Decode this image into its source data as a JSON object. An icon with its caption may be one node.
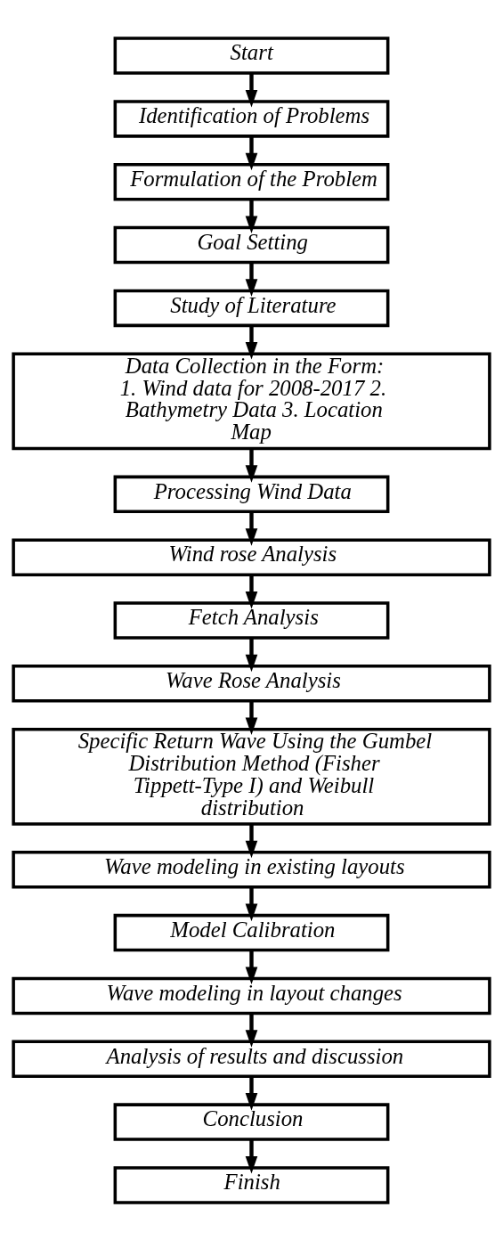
{
  "diagram": {
    "nodes": [
      {
        "text": [
          "Start"
        ]
      },
      {
        "text": [
          "Identification of Problems"
        ]
      },
      {
        "text": [
          "Formulation of the Problem"
        ]
      },
      {
        "text": [
          "Goal Setting"
        ]
      },
      {
        "text": [
          "Study of Literature"
        ]
      },
      {
        "text": [
          "Data Collection in the Form: 1. Wind data for 2008-2017 2. Bathymetry Data 3. Location Map"
        ]
      },
      {
        "text": [
          "Processing Wind Data"
        ]
      },
      {
        "text": [
          "Wind rose Analysis"
        ]
      },
      {
        "text": [
          "Fetch Analysis"
        ]
      },
      {
        "text": [
          "Wave Rose Analysis"
        ]
      },
      {
        "text": [
          "Specific Return Wave Using the Gumbel Distribution Method (Fisher Tippett-Type I) and Weibull distribution"
        ]
      },
      {
        "text": [
          "Wave modeling in existing layouts"
        ]
      },
      {
        "text": [
          "Model Calibration"
        ]
      },
      {
        "text": [
          "Wave modeling in layout changes"
        ]
      },
      {
        "text": [
          "Analysis of results and discussion"
        ]
      },
      {
        "text": [
          "Conclusion"
        ]
      },
      {
        "text": [
          "Finish"
        ]
      }
    ],
    "edges": [
      {
        "from": 0,
        "to": 1,
        "arrow": "to"
      },
      {
        "from": 1,
        "to": 2,
        "arrow": "to"
      },
      {
        "from": 2,
        "to": 3,
        "arrow": "to"
      },
      {
        "from": 3,
        "to": 4,
        "arrow": "to"
      },
      {
        "from": 4,
        "to": 5,
        "arrow": "to"
      },
      {
        "from": 5,
        "to": 6,
        "arrow": "to"
      },
      {
        "from": 6,
        "to": 7,
        "arrow": "to"
      },
      {
        "from": 7,
        "to": 8,
        "arrow": "to"
      },
      {
        "from": 8,
        "to": 9,
        "arrow": "to"
      },
      {
        "from": 9,
        "to": 10,
        "arrow": "to"
      },
      {
        "from": 10,
        "to": 11,
        "arrow": "to"
      },
      {
        "from": 11,
        "to": 12,
        "arrow": "to"
      },
      {
        "from": 12,
        "to": 13,
        "arrow": "to"
      },
      {
        "from": 13,
        "to": 14,
        "arrow": "to"
      },
      {
        "from": 14,
        "to": 15,
        "arrow": "to"
      },
      {
        "from": 15,
        "to": 16,
        "arrow": "to"
      }
    ]
  }
}
